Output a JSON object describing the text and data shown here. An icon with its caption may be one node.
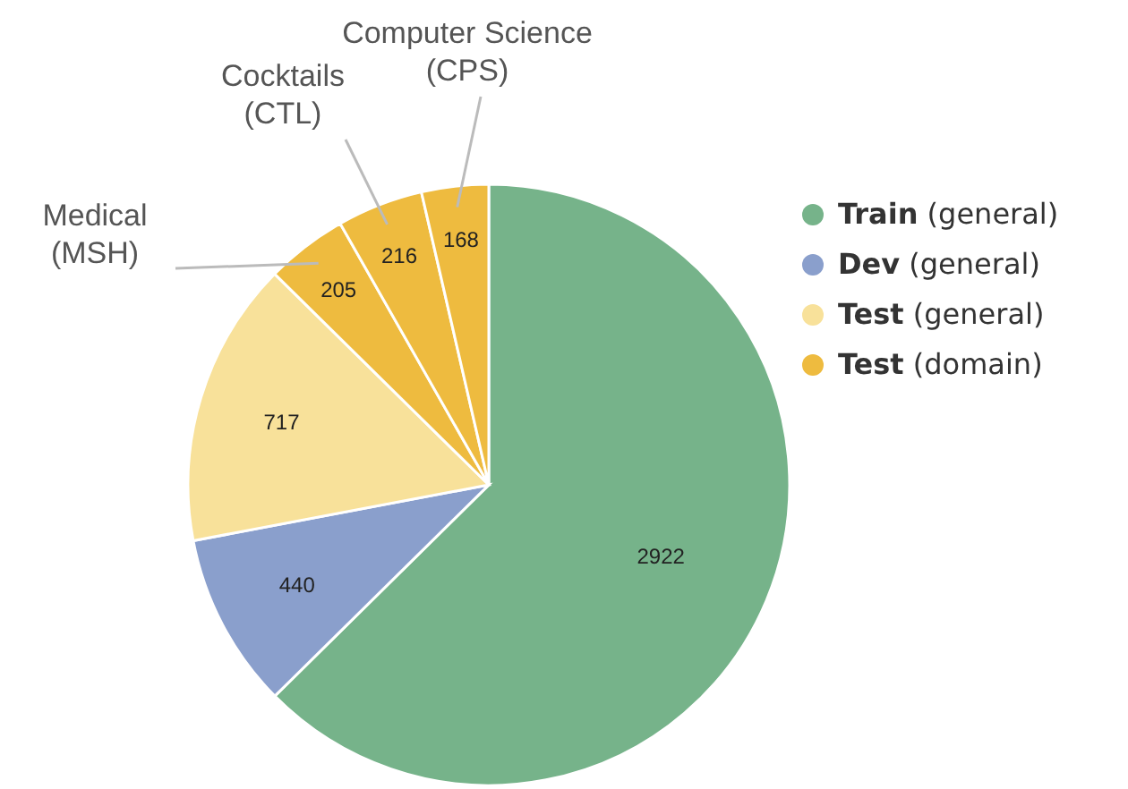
{
  "diagram": {
    "legend": [
      {
        "text": "**Train** (general)",
        "color": "#76b38a"
      },
      {
        "text": "**Dev** (general)",
        "color": "#8a9fcc"
      },
      {
        "text": "**Test** (general)",
        "color": "#f8e19a"
      },
      {
        "text": "**Test** (domain)",
        "color": "#eebb3f"
      }
    ],
    "chart_data": {
      "type": "pie",
      "categories": [
        null,
        null,
        null,
        "Medical (MSH)",
        "Cocktails (CTL)",
        "Computer Science (CPS)"
      ],
      "series": [
        {
          "values": [
            2922,
            440,
            717,
            205,
            216,
            168
          ]
        }
      ],
      "data_labels": true
    }
  }
}
